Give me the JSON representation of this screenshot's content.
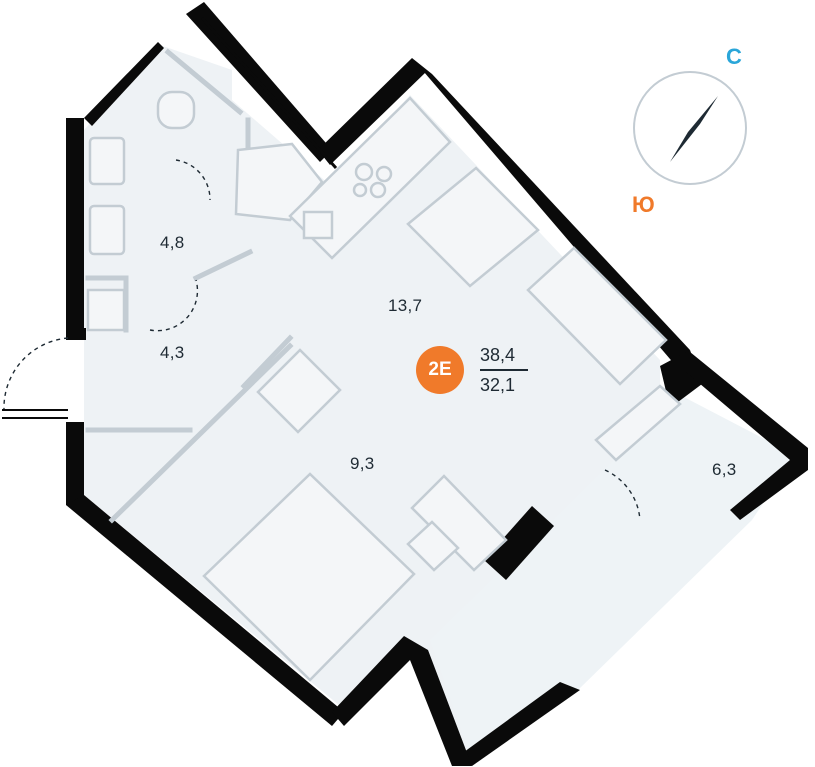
{
  "rooms": [
    {
      "id": "bathroom",
      "area": "4,8"
    },
    {
      "id": "hall",
      "area": "4,3"
    },
    {
      "id": "living",
      "area": "13,7"
    },
    {
      "id": "bedroom",
      "area": "9,3"
    },
    {
      "id": "loggia",
      "area": "6,3"
    }
  ],
  "badge": {
    "label": "2E",
    "total_area": "38,4",
    "living_area": "32,1",
    "color": "#f07a2a"
  },
  "compass": {
    "north": "С",
    "south": "Ю",
    "north_color": "#2aa6d9",
    "south_color": "#f07a2a",
    "needle_color": "#1e2a33"
  },
  "colors": {
    "wall": "#0a0a0a",
    "floor": "#eef2f5",
    "furniture": "#c3ccd3",
    "line": "#1e2a33"
  }
}
